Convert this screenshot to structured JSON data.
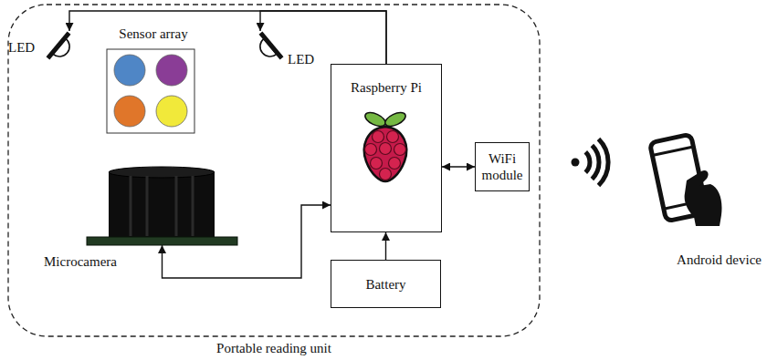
{
  "diagram": {
    "nodes": [
      {
        "text": [
          "Portable reading unit"
        ]
      },
      {
        "text": [
          "LED"
        ],
        "in": 0
      },
      {
        "text": [
          "Sensor array"
        ],
        "in": 0
      },
      {
        "text": [
          "LED"
        ],
        "in": 0
      },
      {
        "text": [
          "Raspberry Pi"
        ],
        "in": 0
      },
      {
        "text": [
          "WiFi module"
        ],
        "in": 0
      },
      {
        "text": [
          "Microcamera"
        ],
        "in": 0
      },
      {
        "text": [
          "Battery"
        ],
        "in": 0
      },
      {
        "text": [
          "Android device"
        ]
      }
    ],
    "edges": [
      {
        "from": 4,
        "to": 1,
        "arrow": "to"
      },
      {
        "from": 4,
        "to": 3,
        "arrow": "to"
      },
      {
        "from": 6,
        "to": 4,
        "arrow": "both"
      },
      {
        "from": 4,
        "to": 5,
        "arrow": "both"
      },
      {
        "from": 7,
        "to": 4,
        "arrow": "to"
      }
    ]
  }
}
